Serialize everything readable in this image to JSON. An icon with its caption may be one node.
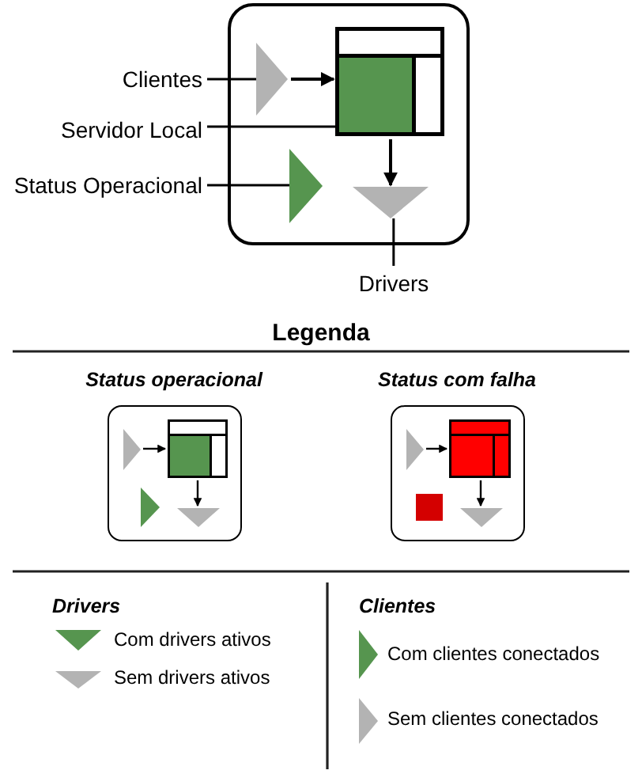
{
  "diagram": {
    "nodes": [
      {
        "text": [],
        "shape": "box"
      },
      {
        "text": [
          "Clientes"
        ]
      },
      {
        "text": [],
        "shape": "triangle",
        "in": 0
      },
      {
        "text": [
          "Servidor Local"
        ]
      },
      {
        "text": [],
        "shape": "box",
        "in": 0
      },
      {
        "text": [
          "Status Operacional"
        ]
      },
      {
        "text": [],
        "shape": "triangle",
        "in": 0
      },
      {
        "text": [],
        "shape": "triangle",
        "in": 0
      },
      {
        "text": [
          "Drivers"
        ]
      },
      {
        "text": [
          "Status operacional"
        ]
      },
      {
        "text": [],
        "shape": "triangle",
        "in": 9
      },
      {
        "text": [],
        "shape": "box",
        "in": 9
      },
      {
        "text": [],
        "shape": "triangle",
        "in": 9
      },
      {
        "text": [],
        "shape": "triangle",
        "in": 9
      },
      {
        "text": [
          "Status com falha"
        ]
      },
      {
        "text": [],
        "shape": "triangle",
        "in": 14
      },
      {
        "text": [],
        "shape": "box",
        "in": 14
      },
      {
        "text": [],
        "shape": "box",
        "in": 14
      },
      {
        "text": [],
        "shape": "triangle",
        "in": 14
      }
    ],
    "edges": [
      {
        "from": 1,
        "to": 2,
        "arrow": "none"
      },
      {
        "from": 2,
        "to": 4,
        "arrow": "to"
      },
      {
        "from": 3,
        "to": 4,
        "arrow": "none"
      },
      {
        "from": 5,
        "to": 6,
        "arrow": "none"
      },
      {
        "from": 4,
        "to": 7,
        "arrow": "to"
      },
      {
        "from": 8,
        "to": 7,
        "arrow": "none"
      },
      {
        "from": 10,
        "to": 11,
        "arrow": "to"
      },
      {
        "from": 11,
        "to": 13,
        "arrow": "to"
      },
      {
        "from": 15,
        "to": 16,
        "arrow": "to"
      },
      {
        "from": 16,
        "to": 18,
        "arrow": "to"
      }
    ],
    "labels": [
      "Legenda",
      "Drivers",
      "Clientes"
    ],
    "legend": [
      {
        "text": "Com drivers ativos",
        "color": "#56954f"
      },
      {
        "text": "Sem drivers ativos",
        "color": "#b3b3b3"
      },
      {
        "text": "Com clientes conectados",
        "color": "#56954f"
      },
      {
        "text": "Sem clientes conectados",
        "color": "#b3b3b3"
      }
    ]
  }
}
